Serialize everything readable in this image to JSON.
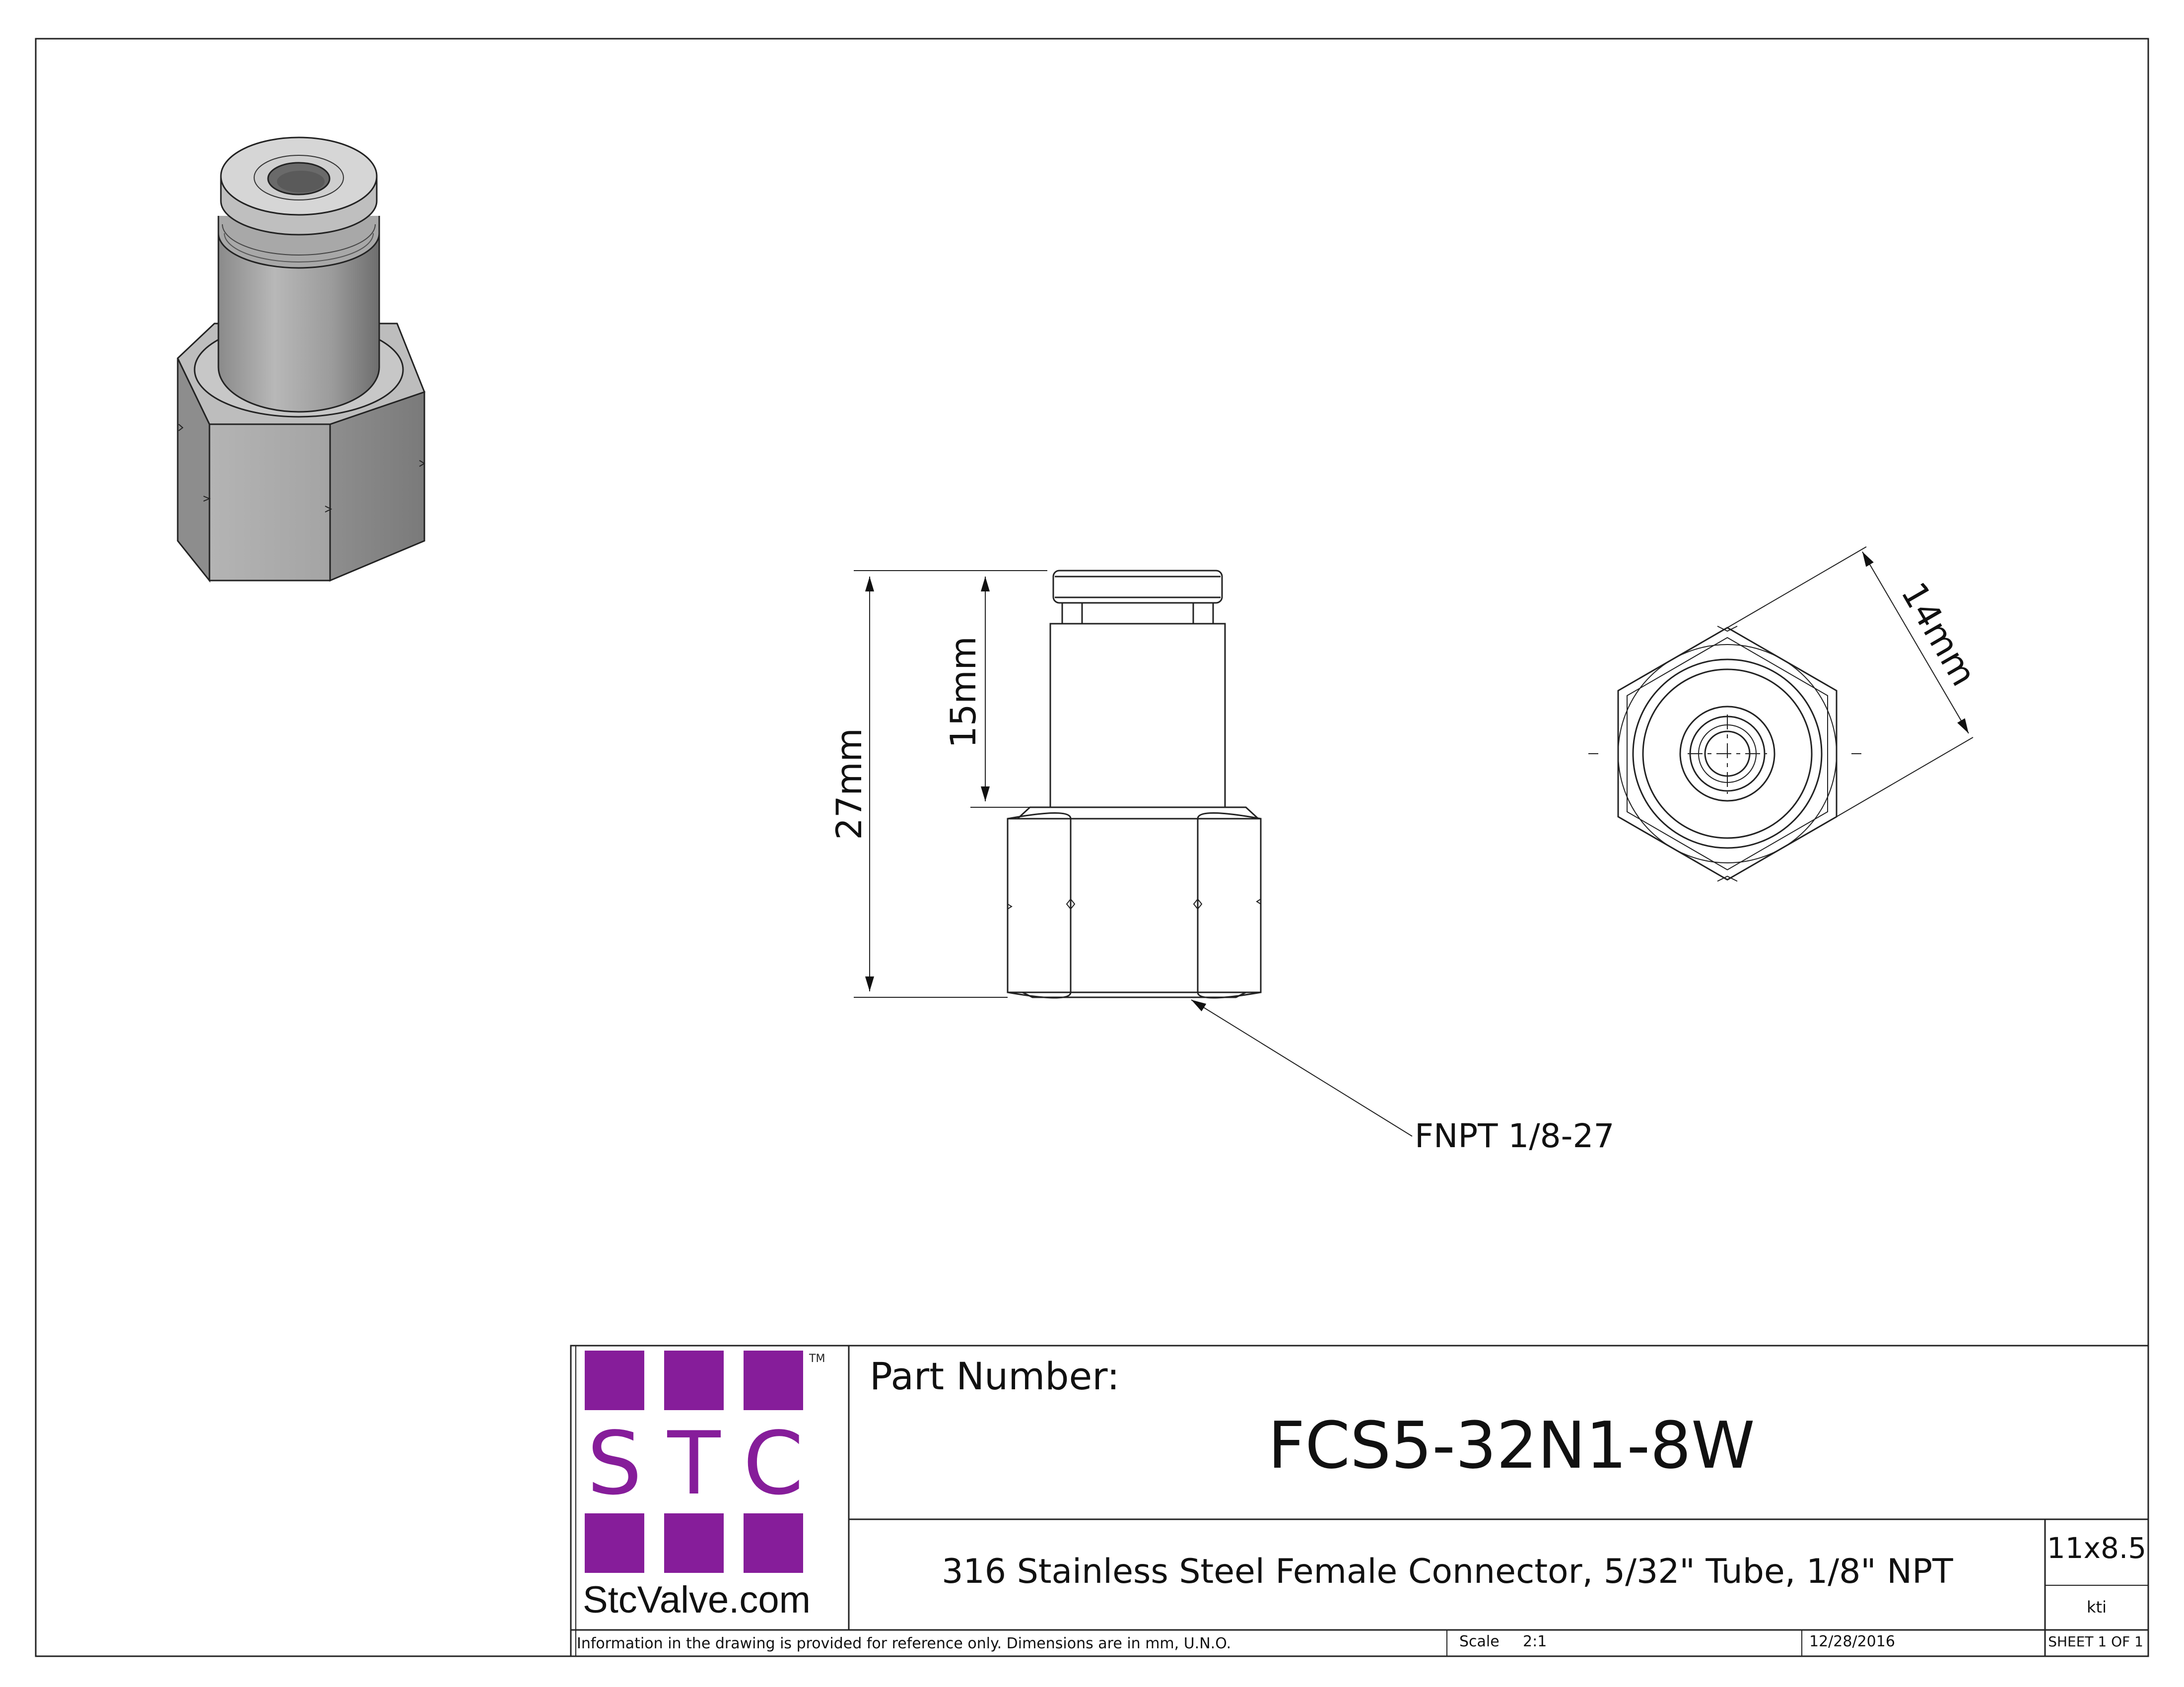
{
  "dimensions": {
    "overall_height": "27mm",
    "tube_length": "15mm",
    "hex_across_flats": "14mm",
    "thread_callout": "FNPT 1/8-27"
  },
  "logo": {
    "letters": [
      "S",
      "T",
      "C"
    ],
    "trademark": "TM",
    "website": "StcValve.com",
    "brand_color": "#861d9a"
  },
  "title_block": {
    "part_number_label": "Part Number:",
    "part_number": "FCS5-32N1-8W",
    "description": "316 Stainless Steel Female Connector, 5/32\" Tube, 1/8\" NPT",
    "size": "11x8.5",
    "drawn_by": "kti",
    "disclaimer": "Information in the drawing is provided for reference only. Dimensions are in mm, U.N.O.",
    "scale_label": "Scale",
    "scale_value": "2:1",
    "date": "12/28/2016",
    "sheet": "SHEET 1 OF 1"
  }
}
